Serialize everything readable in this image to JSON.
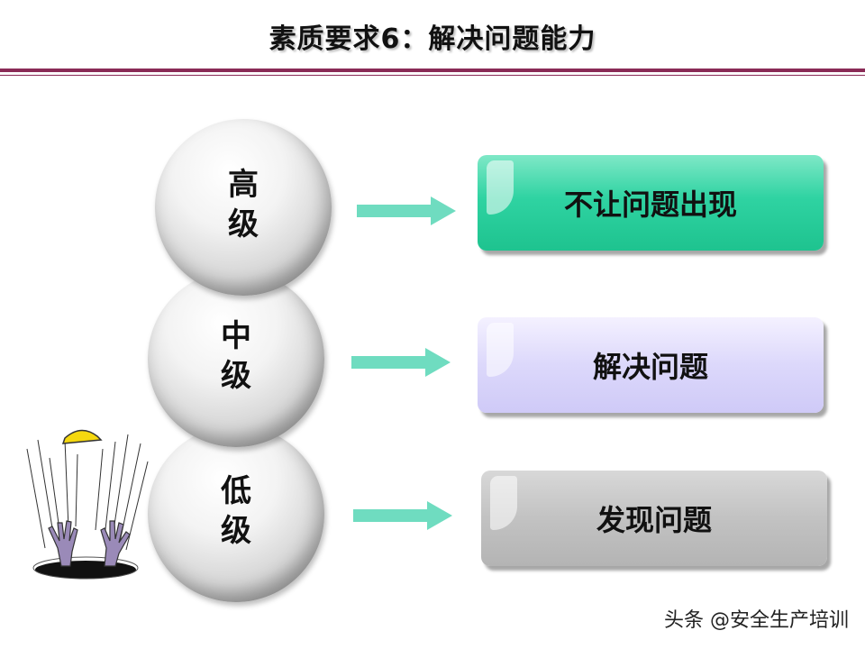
{
  "title": "素质要求6：解决问题能力",
  "levels": [
    {
      "line1": "高",
      "line2": "级",
      "result": "不让问题出现",
      "color": "#25cc98"
    },
    {
      "line1": "中",
      "line2": "级",
      "result": "解决问题",
      "color": "#d8d4fa"
    },
    {
      "line1": "低",
      "line2": "级",
      "result": "发现问题",
      "color": "#bdbdbd"
    }
  ],
  "accent": "#8a2b56",
  "arrow_color": "#6fdcc0",
  "watermark": "头条 @安全生产培训",
  "illustration": "worker-falling-in-hole-icon"
}
